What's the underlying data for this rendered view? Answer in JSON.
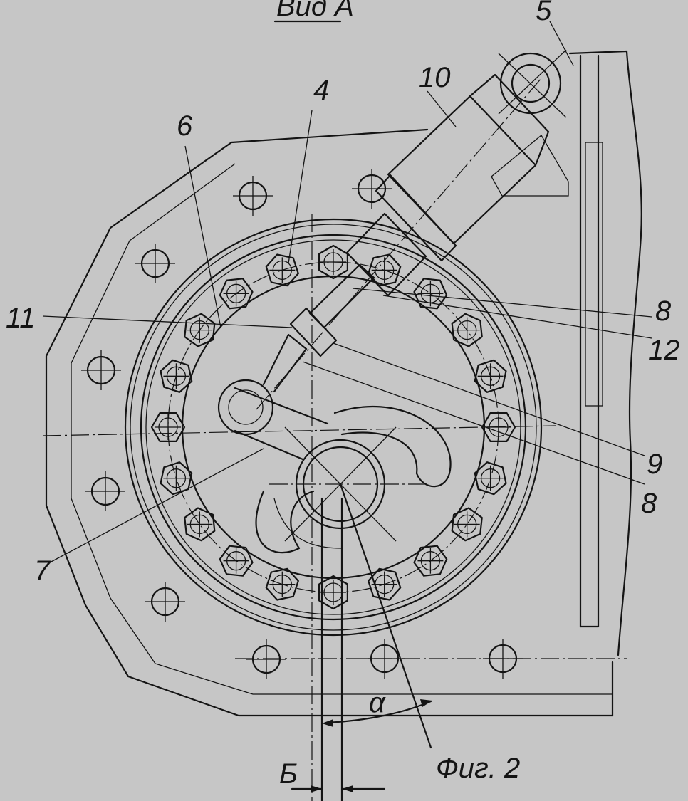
{
  "figure": {
    "view_title": "Вид А",
    "caption": "Фиг. 2",
    "angle_symbol": "α",
    "offset_symbol": "Б"
  },
  "labels": {
    "l5": "5",
    "l10": "10",
    "l4": "4",
    "l6": "6",
    "l11": "11",
    "l8a": "8",
    "l12": "12",
    "l9": "9",
    "l8b": "8",
    "l7": "7"
  },
  "colors": {
    "paper": "#c6c6c6",
    "ink": "#141414"
  }
}
